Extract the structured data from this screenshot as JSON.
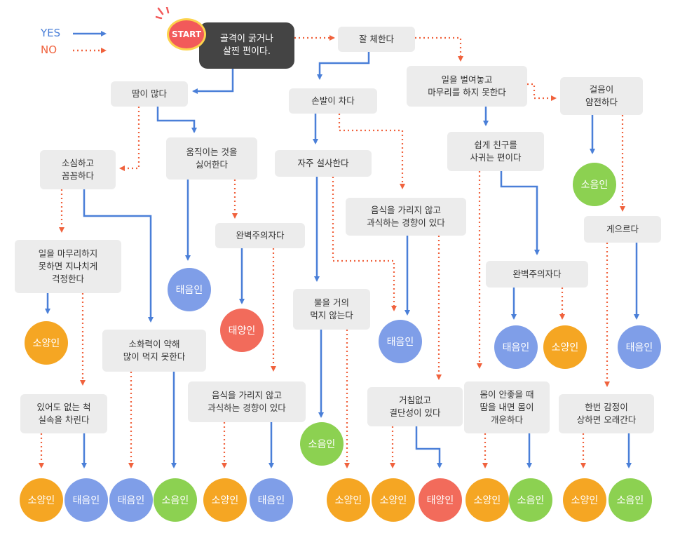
{
  "legend": {
    "yes": "YES",
    "no": "NO"
  },
  "start_badge": "START",
  "colors": {
    "yes": "#4a7fd8",
    "no": "#f0623d",
    "소음인": "#8cd151",
    "소양인": "#f5a623",
    "태음인": "#7f9ee8",
    "태양인": "#f26b5b"
  },
  "questions": {
    "q_start": "골격이 굵거나\n살찐 편이다.",
    "q_sweat": "잘 체한다",
    "q_anxious": "일을 벌여놓고\n마무리를 하지 못한다",
    "q_walk": "걸음이\n얌전하다",
    "q_manysweat": "땀이 많다",
    "q_coldhands": "손발이 차다",
    "q_friends": "쉽게 친구를\n사귀는 편이다",
    "q_timid": "소심하고\n꼼꼼하다",
    "q_lazymove": "움직이는 것을\n싫어한다",
    "q_diarrhea": "자주 설사한다",
    "q_eatall1": "음식을 가리지 않고\n과식하는 경향이 있다",
    "q_lazy": "게으르다",
    "q_worry": "일을 마무리하지\n못하면 지나치게\n걱정한다",
    "q_perfect1": "완벽주의자다",
    "q_perfect2": "완벽주의자다",
    "q_water": "물을 거의\n먹지 않는다",
    "q_digest": "소화력이 약해\n많이 먹지 못한다",
    "q_forget": "있어도 없는 척\n실속을 차린다",
    "q_eatall2": "음식을 가리지 않고\n과식하는 경향이 있다",
    "q_rough": "거침없고\n결단성이 있다",
    "q_sick": "몸이 안좋을 때\n땀을 내면 몸이\n개운하다",
    "q_grudge": "한번 감정이\n상하면 오래간다"
  },
  "results": {
    "r_soeum_top": "소음인",
    "r_taeeum_a": "태음인",
    "r_soyang_a": "소양인",
    "r_taeyang_a": "태양인",
    "r_taeeum_b": "태음인",
    "r_taeeum_c": "태음인",
    "r_soyang_b": "소양인",
    "r_taeeum_d": "태음인",
    "r_soeum_mid": "소음인",
    "b1": "소양인",
    "b2": "태음인",
    "b3": "태음인",
    "b4": "소음인",
    "b5": "소양인",
    "b6": "태음인",
    "b7": "소양인",
    "b8": "소양인",
    "b9": "태양인",
    "b10": "소양인",
    "b11": "소음인",
    "b12": "소양인",
    "b13": "소음인"
  },
  "edges": [
    [
      "q_start",
      "q_manysweat",
      "yes"
    ],
    [
      "q_start",
      "q_sweat",
      "no"
    ],
    [
      "q_sweat",
      "q_coldhands",
      "yes"
    ],
    [
      "q_sweat",
      "q_anxious",
      "no"
    ],
    [
      "q_anxious",
      "q_friends",
      "yes"
    ],
    [
      "q_anxious",
      "q_walk",
      "no"
    ],
    [
      "q_walk",
      "r_soeum_top",
      "yes"
    ],
    [
      "q_walk",
      "q_lazy",
      "no"
    ],
    [
      "q_manysweat",
      "q_lazymove",
      "yes"
    ],
    [
      "q_manysweat",
      "q_timid",
      "no"
    ],
    [
      "q_lazymove",
      "r_taeeum_a",
      "yes"
    ],
    [
      "q_lazymove",
      "q_perfect1",
      "no"
    ],
    [
      "q_perfect1",
      "r_taeyang_a",
      "yes"
    ],
    [
      "q_perfect1",
      "q_eatall2",
      "no"
    ],
    [
      "q_timid",
      "q_digest",
      "yes"
    ],
    [
      "q_timid",
      "q_worry",
      "no"
    ],
    [
      "q_worry",
      "r_soyang_a",
      "yes"
    ],
    [
      "q_worry",
      "q_forget",
      "no"
    ],
    [
      "q_coldhands",
      "q_diarrhea",
      "yes"
    ],
    [
      "q_coldhands",
      "q_eatall1",
      "no"
    ],
    [
      "q_diarrhea",
      "q_water",
      "yes"
    ],
    [
      "q_diarrhea",
      "r_taeeum_b",
      "no"
    ],
    [
      "q_water",
      "r_soeum_mid",
      "yes"
    ],
    [
      "q_water",
      "b7",
      "no"
    ],
    [
      "q_eatall1",
      "r_taeeum_b",
      "yes"
    ],
    [
      "q_eatall1",
      "q_rough",
      "no"
    ],
    [
      "q_friends",
      "q_perfect2",
      "yes"
    ],
    [
      "q_friends",
      "q_sick",
      "no"
    ],
    [
      "q_perfect2",
      "r_taeeum_c",
      "yes"
    ],
    [
      "q_perfect2",
      "r_soyang_b",
      "no"
    ],
    [
      "q_lazy",
      "r_taeeum_d",
      "yes"
    ],
    [
      "q_lazy",
      "q_grudge",
      "no"
    ],
    [
      "q_forget",
      "b2",
      "yes"
    ],
    [
      "q_forget",
      "b1",
      "no"
    ],
    [
      "q_digest",
      "b4",
      "yes"
    ],
    [
      "q_digest",
      "b3",
      "no"
    ],
    [
      "q_eatall2",
      "b6",
      "yes"
    ],
    [
      "q_eatall2",
      "b5",
      "no"
    ],
    [
      "q_rough",
      "b9",
      "yes"
    ],
    [
      "q_rough",
      "b8",
      "no"
    ],
    [
      "q_sick",
      "b11",
      "yes"
    ],
    [
      "q_sick",
      "b10",
      "no"
    ],
    [
      "q_grudge",
      "b13",
      "yes"
    ],
    [
      "q_grudge",
      "b12",
      "no"
    ]
  ]
}
